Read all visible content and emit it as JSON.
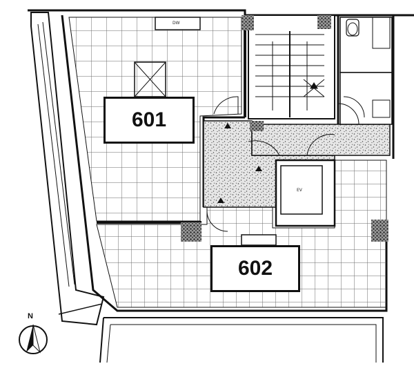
{
  "units": {
    "unit_601": "601",
    "unit_602": "602"
  },
  "labels": {
    "elevator": "EV",
    "top_box": "DW"
  },
  "compass": {
    "north": "N"
  },
  "colors": {
    "line": "#111111",
    "grid": "#6a6a6a",
    "speckle": "#d8d8d8"
  }
}
